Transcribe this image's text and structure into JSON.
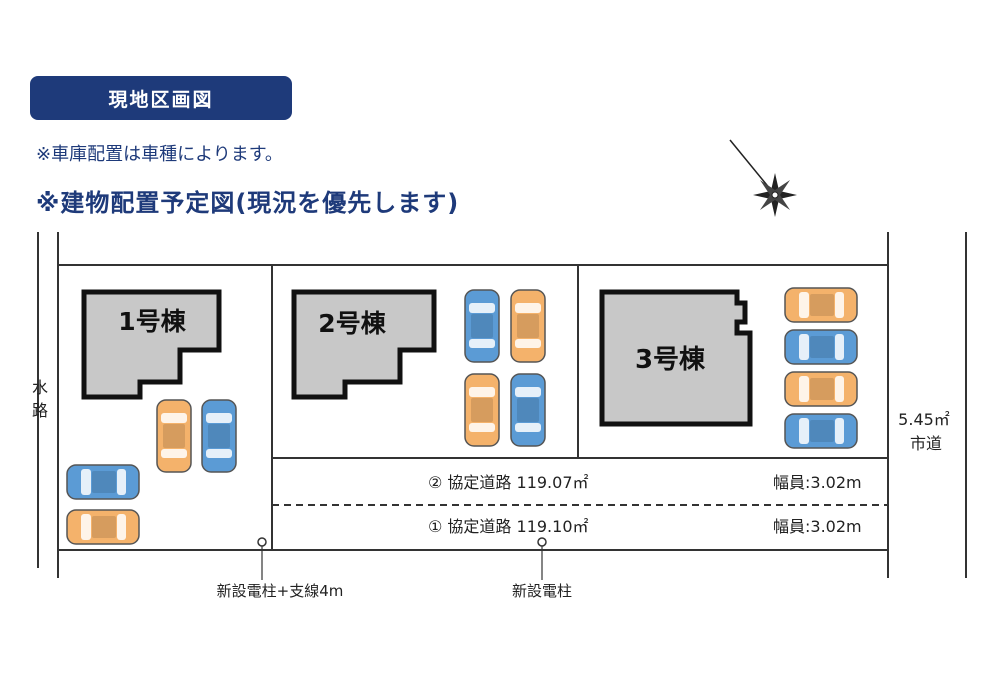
{
  "header": {
    "badge": "現地区画図",
    "note": "※車庫配置は車種によります。",
    "headline": "※建物配置予定図(現況を優先します)"
  },
  "plan": {
    "water_channel": [
      "水",
      "路"
    ],
    "buildings": {
      "b1": "1号棟",
      "b2": "2号棟",
      "b3": "3号棟"
    },
    "road2": {
      "name": "② 協定道路 119.07㎡",
      "width": "幅員:3.02m"
    },
    "road1": {
      "name": "① 協定道路 119.10㎡",
      "width": "幅員:3.02m"
    },
    "city_road": {
      "width": "5.45㎡",
      "name": "市道"
    },
    "poles": {
      "left": "新設電柱+支線4m",
      "center": "新設電柱"
    }
  },
  "colors": {
    "navy": "#1e3a7a",
    "building_fill": "#c8c8c8",
    "car_blue": "#5b9bd5",
    "car_orange": "#f4b26b"
  }
}
